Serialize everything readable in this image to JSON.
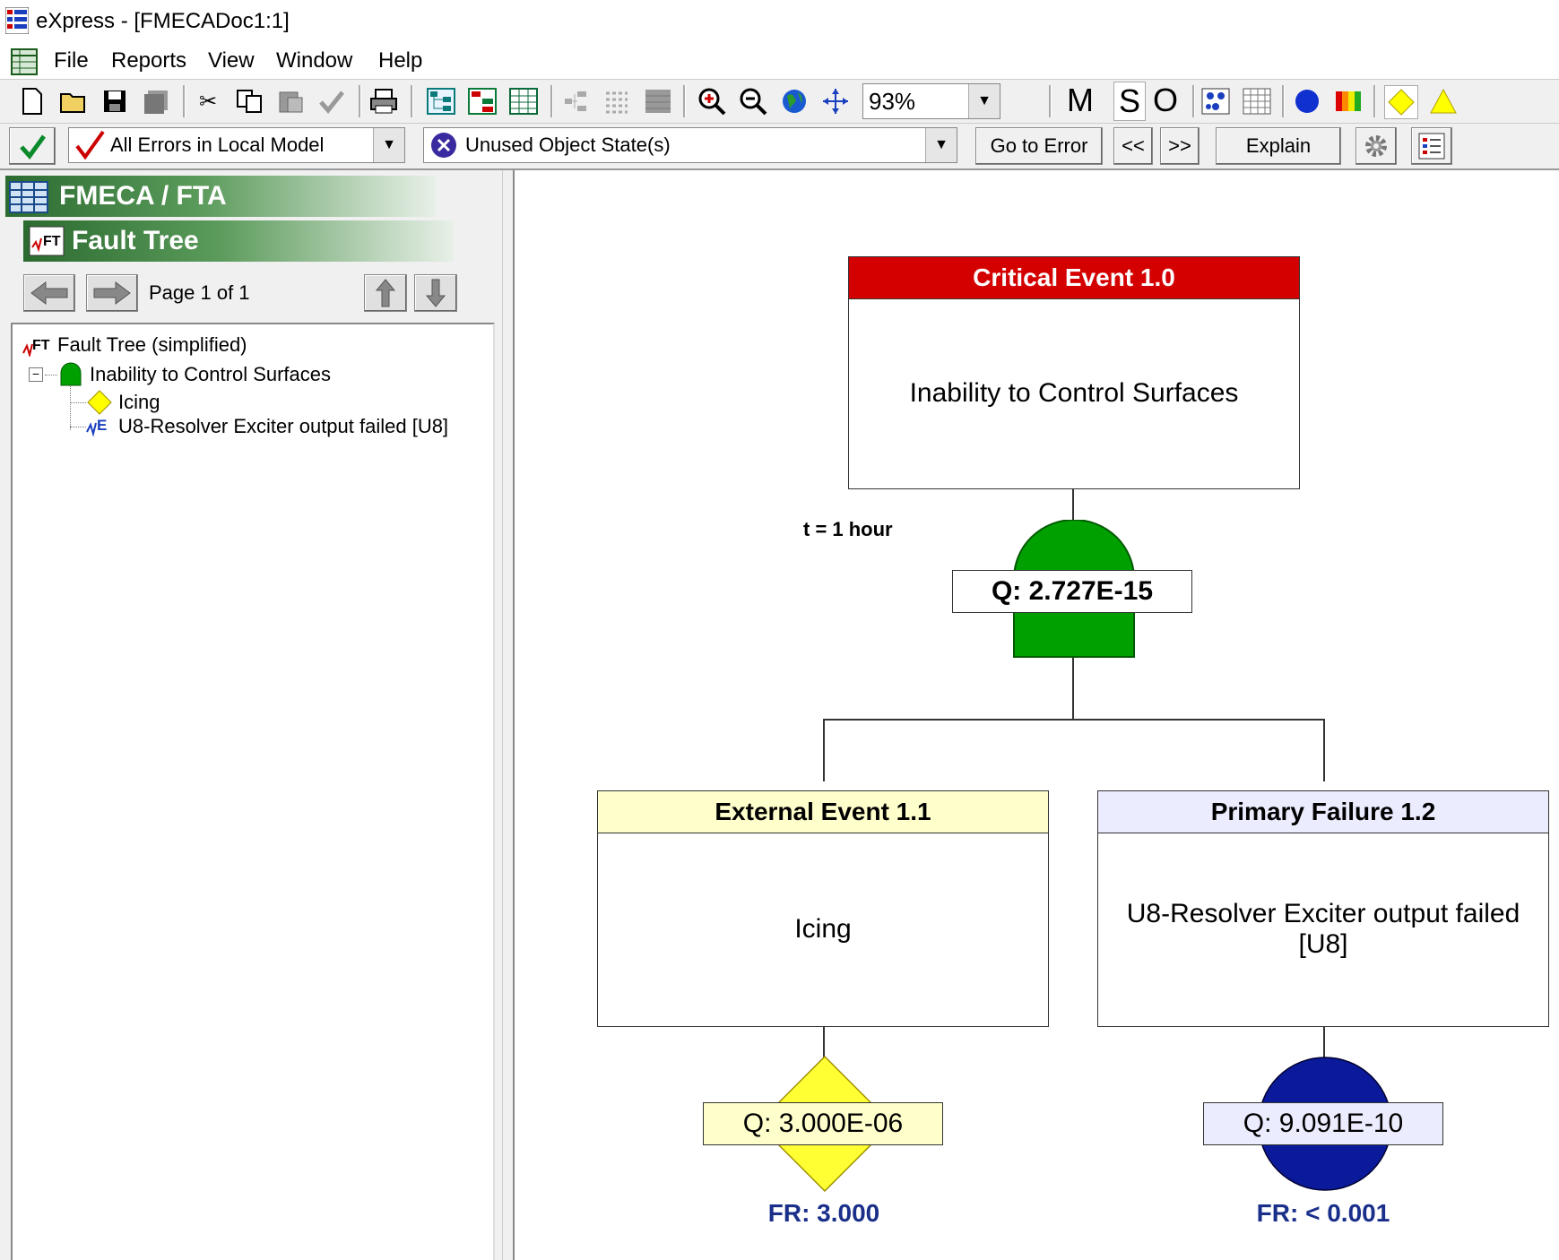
{
  "window": {
    "title": "eXpress - [FMECADoc1:1]"
  },
  "menu": [
    "File",
    "Reports",
    "View",
    "Window",
    "Help"
  ],
  "toolbar": {
    "zoom": "93%",
    "mso": [
      "M",
      "S",
      "O"
    ]
  },
  "errorbar": {
    "filter": "All Errors in Local Model",
    "error_type": "Unused Object State(s)",
    "go_to_error": "Go to Error",
    "prev": "<<",
    "next": ">>",
    "explain": "Explain"
  },
  "leftpane": {
    "section": "FMECA / FTA",
    "subsection": "Fault Tree",
    "page_label": "Page 1 of 1",
    "tree": {
      "root": "Fault Tree (simplified)",
      "node": "Inability to Control Surfaces",
      "children": [
        "Icing",
        "U8-Resolver Exciter output failed [U8]"
      ]
    }
  },
  "diagram": {
    "top": {
      "header": "Critical Event 1.0",
      "body": "Inability to Control Surfaces",
      "time": "t = 1 hour",
      "q": "Q: 2.727E-15"
    },
    "left": {
      "header": "External Event 1.1",
      "body": "Icing",
      "q": "Q: 3.000E-06",
      "fr": "FR: 3.000"
    },
    "right": {
      "header": "Primary Failure 1.2",
      "body": "U8-Resolver Exciter output failed [U8]",
      "q": "Q: 9.091E-10",
      "fr": "FR: < 0.001"
    }
  },
  "colors": {
    "critical_header": "#d40000",
    "gate_green": "#00a000",
    "external_header": "#ffffcc",
    "primary_header": "#ececff",
    "diamond_yellow": "#ffff33",
    "circle_blue": "#0a1a9a"
  }
}
